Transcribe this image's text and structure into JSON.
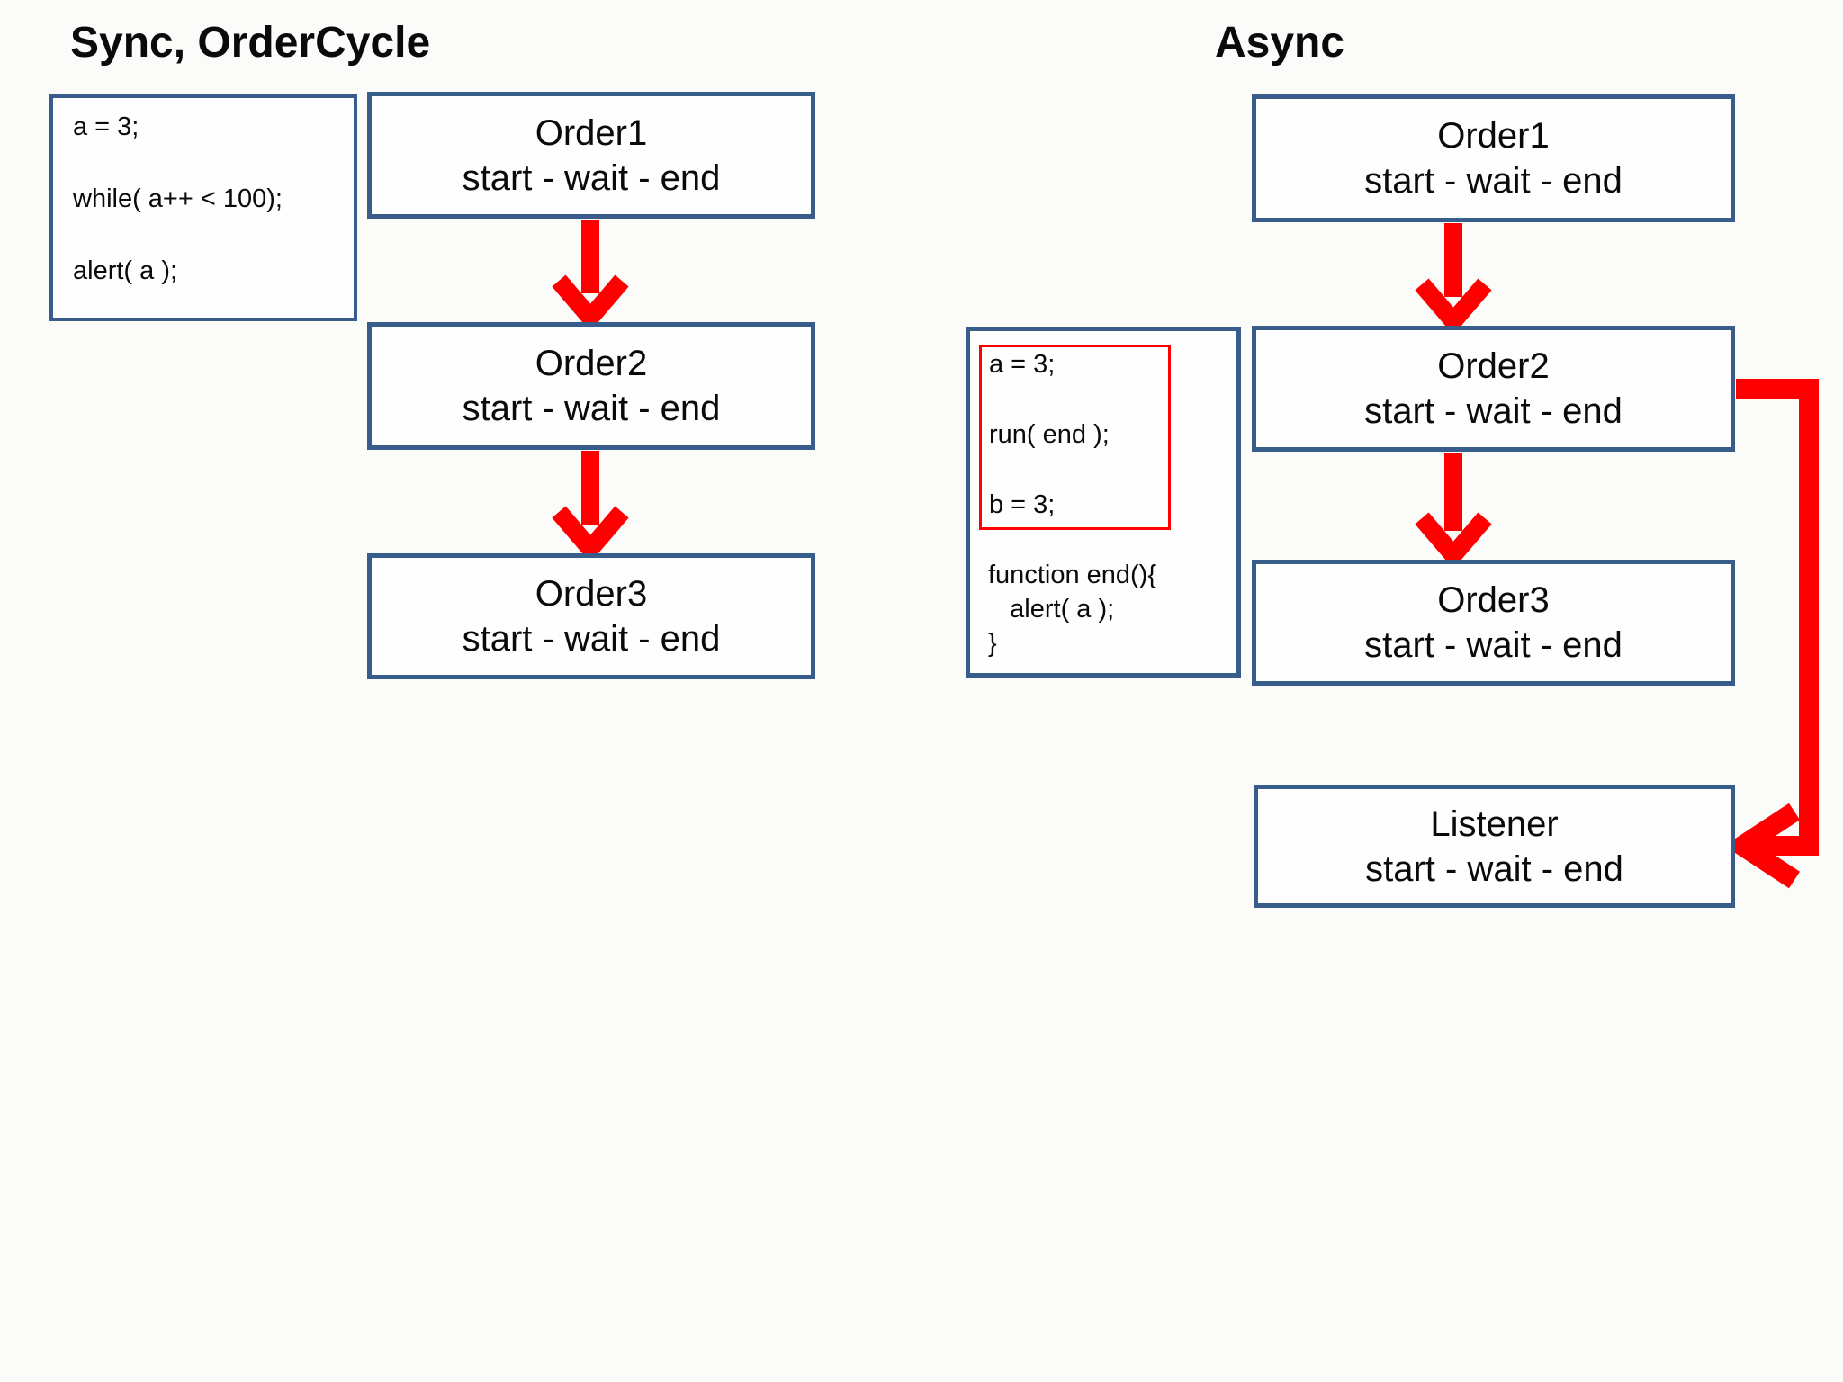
{
  "colors": {
    "box_border_blue": "#385d8a",
    "arrow_red": "#ff0000",
    "code_highlight_red": "#ff0000"
  },
  "sync_panel": {
    "title": "Sync, OrderCycle",
    "code_lines": [
      "a = 3;",
      "while( a++ < 100);",
      "alert( a );"
    ],
    "boxes": [
      {
        "title": "Order1",
        "subtitle": "start - wait - end"
      },
      {
        "title": "Order2",
        "subtitle": "start - wait - end"
      },
      {
        "title": "Order3",
        "subtitle": "start - wait - end"
      }
    ]
  },
  "async_panel": {
    "title": "Async",
    "highlighted_lines": [
      "a = 3;",
      "run( end );",
      "b = 3;"
    ],
    "function_lines": [
      "function end(){",
      "   alert( a );",
      "}"
    ],
    "boxes": [
      {
        "title": "Order1",
        "subtitle": "start - wait - end"
      },
      {
        "title": "Order2",
        "subtitle": "start - wait - end"
      },
      {
        "title": "Order3",
        "subtitle": "start - wait - end"
      }
    ],
    "listener": {
      "title": "Listener",
      "subtitle": "start - wait - end"
    }
  }
}
